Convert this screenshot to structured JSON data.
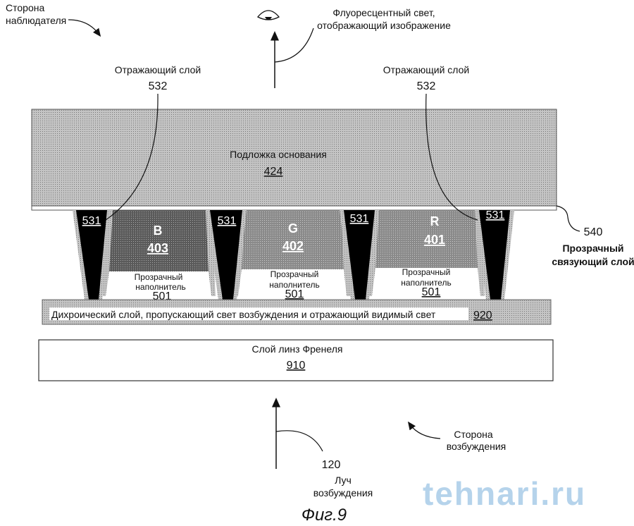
{
  "observer_side": [
    "Сторона",
    "наблюдателя"
  ],
  "fluorescent_light": [
    "Флуоресцентный свет,",
    "отображающий изображение"
  ],
  "reflective_layer": {
    "label": "Отражающий слой",
    "number": "532"
  },
  "substrate": {
    "label": "Подложка основания",
    "number": "424"
  },
  "bonding_layer": {
    "number": "540",
    "label": [
      "Прозрачный",
      "связующий слой"
    ]
  },
  "black_matrix": {
    "number": "531"
  },
  "subpixels": [
    {
      "letter": "B",
      "number": "403"
    },
    {
      "letter": "G",
      "number": "402"
    },
    {
      "letter": "R",
      "number": "401"
    }
  ],
  "filler": {
    "label": [
      "Прозрачный",
      "наполнитель"
    ],
    "number": "501"
  },
  "dichroic": {
    "label": "Дихроический слой, пропускающий свет возбуждения и отражающий видимый свет",
    "number": "920"
  },
  "fresnel": {
    "label": "Слой линз Френеля",
    "number": "910"
  },
  "excitation_beam": {
    "number": "120",
    "label": [
      "Луч",
      "возбуждения"
    ]
  },
  "excitation_side": [
    "Сторона",
    "возбуждения"
  ],
  "figure": "Фиг.9",
  "watermark": "tehnari.ru",
  "colors": {
    "hatch_light": "#b8b8b8",
    "hatch_dark": "#6a6a6a",
    "black": "#000000"
  }
}
